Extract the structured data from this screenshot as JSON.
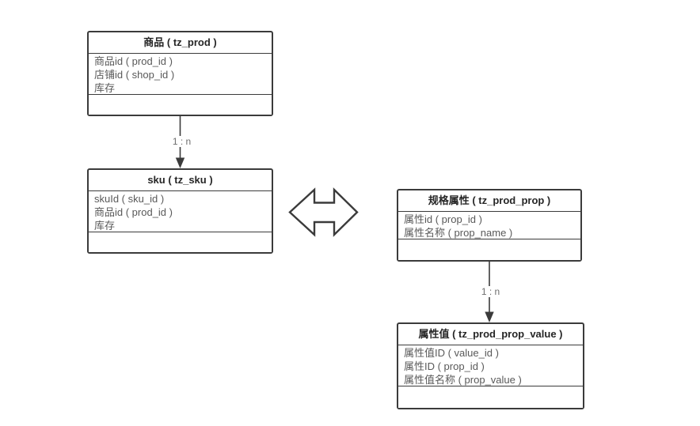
{
  "diagram": {
    "entities": [
      {
        "title": "商品 ( tz_prod )",
        "fields": [
          "商品id ( prod_id )",
          "店铺id ( shop_id )",
          "库存"
        ]
      },
      {
        "title": "sku ( tz_sku )",
        "fields": [
          "skuId ( sku_id )",
          "商品id ( prod_id )",
          "库存"
        ]
      },
      {
        "title": "规格属性 ( tz_prod_prop )",
        "fields": [
          "属性id ( prop_id )",
          "属性名称 ( prop_name )"
        ]
      },
      {
        "title": "属性值 ( tz_prod_prop_value )",
        "fields": [
          "属性值ID ( value_id )",
          "属性ID ( prop_id )",
          "属性值名称 ( prop_value )"
        ]
      }
    ],
    "relations": [
      {
        "from": "商品 ( tz_prod )",
        "to": "sku ( tz_sku )",
        "label": "1 : n"
      },
      {
        "from": "规格属性 ( tz_prod_prop )",
        "to": "属性值 ( tz_prod_prop_value )",
        "label": "1 : n"
      }
    ],
    "colors": {
      "border": "#3b3b3b",
      "title_text": "#262626",
      "field_text": "#595959",
      "label_text": "#6e6e6e",
      "background": "#ffffff"
    }
  }
}
